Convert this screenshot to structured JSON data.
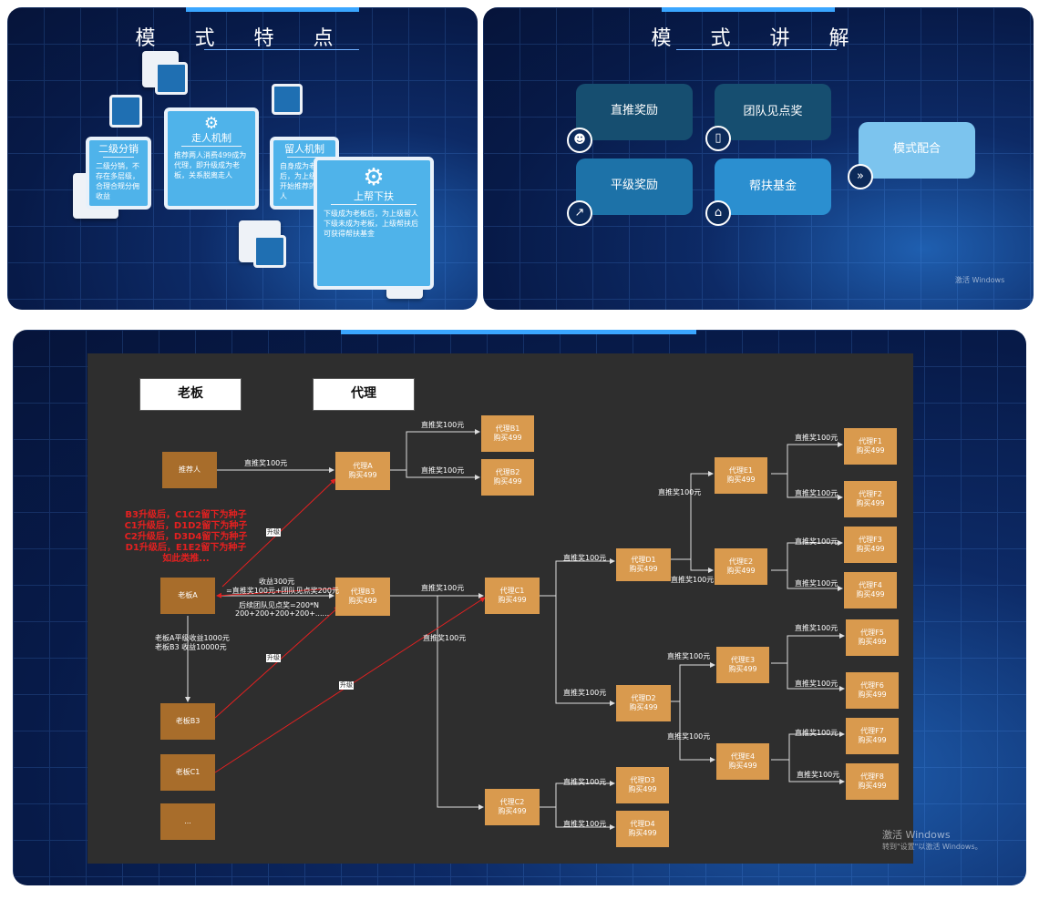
{
  "slide1": {
    "title": "模 式 特 点",
    "cards": [
      {
        "title": "二级分销",
        "text": "二级分销，不存在多层级，合理合规分佣收益"
      },
      {
        "title": "走人机制",
        "text": "推荐两人消费499成为代理，即升级成为老板，关系脱离走人"
      },
      {
        "title": "留人机制",
        "text": "自身成为老板后，为上级留开始推荐的两人"
      },
      {
        "title": "上帮下扶",
        "text": "下级成为老板后，为上级留人 下级未成为老板，上级帮扶后可获得帮扶基金"
      }
    ]
  },
  "slide2": {
    "title": "模 式 讲 解",
    "boxes": [
      {
        "label": "直推奖励",
        "icon": "team-icon"
      },
      {
        "label": "团队见点奖",
        "icon": "phone-icon"
      },
      {
        "label": "平级奖励",
        "icon": "trend-icon"
      },
      {
        "label": "帮扶基金",
        "icon": "home-icon"
      },
      {
        "label": "模式配合",
        "icon": "double-arrow-icon"
      }
    ],
    "watermark": "激活 Windows"
  },
  "diagram": {
    "headers": {
      "boss": "老板",
      "agent": "代理"
    },
    "red_note": [
      "B3升级后，C1C2留下为种子",
      "C1升级后，D1D2留下为种子",
      "C2升级后，D3D4留下为种子",
      "D1升级后，E1E2留下为种子",
      "如此类推..."
    ],
    "nodes": {
      "recommender": "推荐人",
      "bossA": "老板A",
      "bossB3": "老板B3",
      "bossC1": "老板C1",
      "more": "...",
      "A": [
        "代理A",
        "购买499"
      ],
      "B1": [
        "代理B1",
        "购买499"
      ],
      "B2": [
        "代理B2",
        "购买499"
      ],
      "B3": [
        "代理B3",
        "购买499"
      ],
      "C1": [
        "代理C1",
        "购买499"
      ],
      "C2": [
        "代理C2",
        "购买499"
      ],
      "D1": [
        "代理D1",
        "购买499"
      ],
      "D2": [
        "代理D2",
        "购买499"
      ],
      "D3": [
        "代理D3",
        "购买499"
      ],
      "D4": [
        "代理D4",
        "购买499"
      ],
      "E1": [
        "代理E1",
        "购买499"
      ],
      "E2": [
        "代理E2",
        "购买499"
      ],
      "E3": [
        "代理E3",
        "购买499"
      ],
      "E4": [
        "代理E4",
        "购买499"
      ],
      "F1": [
        "代理F1",
        "购买499"
      ],
      "F2": [
        "代理F2",
        "购买499"
      ],
      "F3": [
        "代理F3",
        "购买499"
      ],
      "F4": [
        "代理F4",
        "购买499"
      ],
      "F5": [
        "代理F5",
        "购买499"
      ],
      "F6": [
        "代理F6",
        "购买499"
      ],
      "F7": [
        "代理F7",
        "购买499"
      ],
      "F8": [
        "代理F8",
        "购买499"
      ]
    },
    "edge_label": "直推奖100元",
    "upgrade_label": "升级",
    "income_lines": [
      "收益300元",
      "=直推奖100元+团队见点奖200元",
      "后续团队见点奖=200*N",
      "200+200+200+200+......"
    ],
    "bossA_income": [
      "老板A平级收益1000元",
      "老板B3      收益10000元"
    ],
    "watermark": [
      "激活 Windows",
      "转到\"设置\"以激活 Windows。"
    ]
  }
}
